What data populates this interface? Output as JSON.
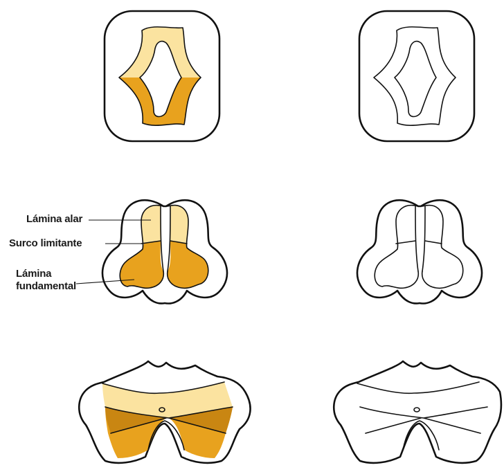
{
  "labels": {
    "alar_plate": "Lámina alar",
    "sulcus_limitans": "Surco limitante",
    "basal_plate_line1": "Lámina",
    "basal_plate_line2": "fundamental"
  },
  "colors": {
    "alar_plate": "#fbe3a0",
    "basal_plate": "#e8a21e",
    "basal_plate_dark": "#c98612",
    "outline": "#111111",
    "background": "#ffffff"
  }
}
